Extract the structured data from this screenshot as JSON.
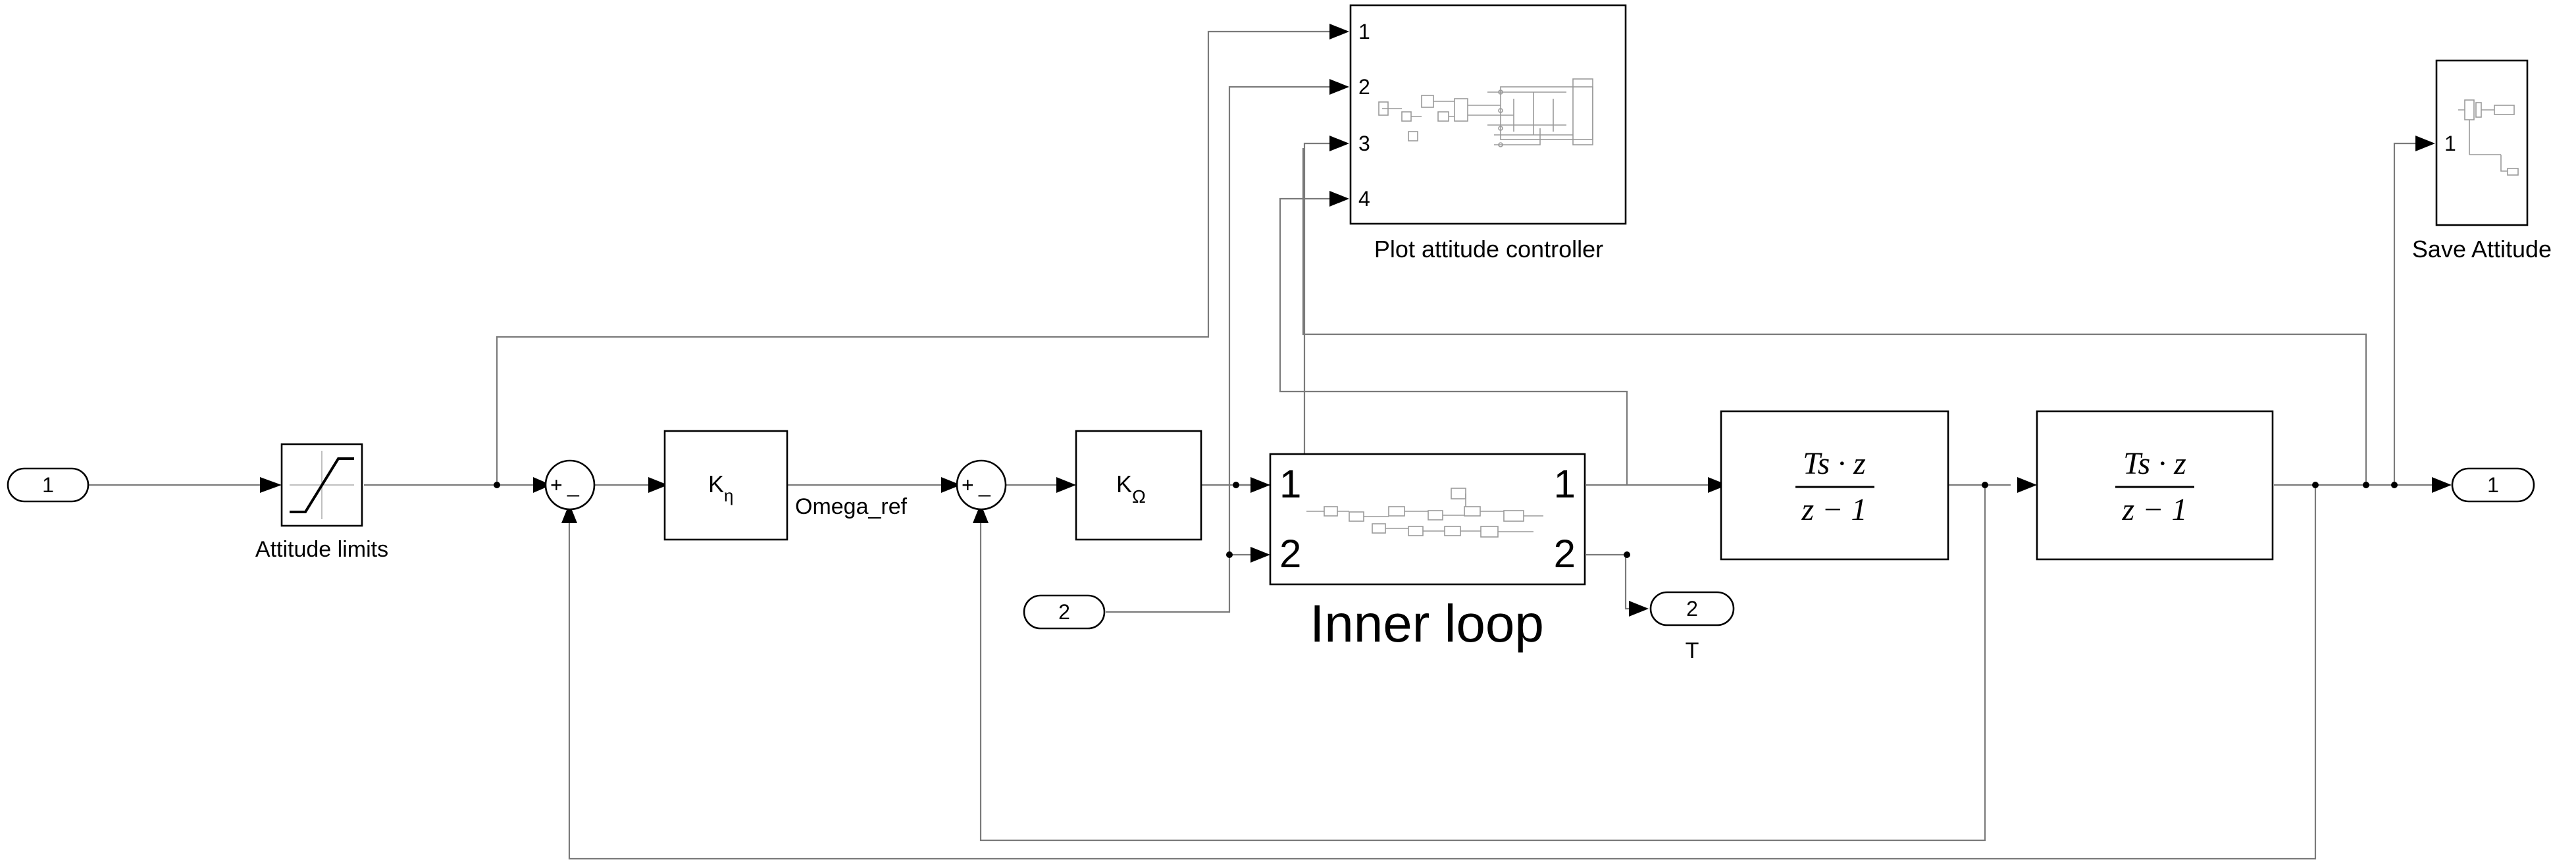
{
  "inports": {
    "in1": {
      "label": "1"
    },
    "in2": {
      "label": "2"
    }
  },
  "outports": {
    "out1": {
      "label": "1"
    },
    "out2": {
      "label": "2",
      "name": "T"
    }
  },
  "blocks": {
    "saturation": {
      "name": "Attitude limits"
    },
    "sum1": {
      "plus": "+",
      "minus": "_"
    },
    "sum2": {
      "plus": "+",
      "minus": "_"
    },
    "gain_eta": {
      "symbol": "K",
      "subscript": "η"
    },
    "gain_omega": {
      "symbol": "K",
      "subscript": "Ω"
    },
    "inner_loop": {
      "name": "Inner loop",
      "in1": "1",
      "in2": "2",
      "out1": "1",
      "out2": "2"
    },
    "integrator1": {
      "numerator": "Ts · z",
      "denominator": "z − 1"
    },
    "integrator2": {
      "numerator": "Ts · z",
      "denominator": "z − 1"
    },
    "plot": {
      "name": "Plot attitude controller",
      "ports": [
        "1",
        "2",
        "3",
        "4"
      ]
    },
    "save": {
      "name": "Save Attitude",
      "port": "1"
    }
  },
  "signals": {
    "omega_ref": "Omega_ref"
  }
}
